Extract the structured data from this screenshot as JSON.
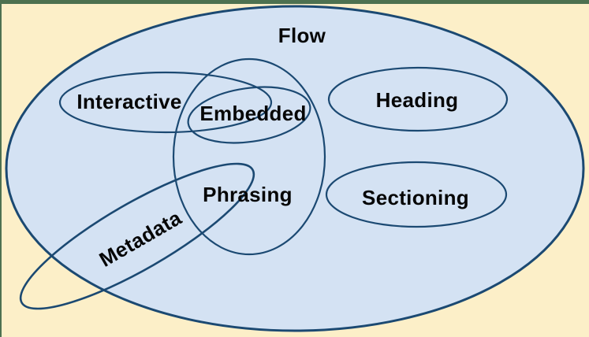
{
  "diagram": {
    "type": "euler-set-diagram",
    "description": "Content category sets drawn as overlapping ellipses inside the Flow set",
    "labels": {
      "flow": "Flow",
      "interactive": "Interactive",
      "embedded": "Embedded",
      "heading": "Heading",
      "phrasing": "Phrasing",
      "sectioning": "Sectioning",
      "metadata": "Metadata"
    },
    "sets": [
      {
        "name": "Flow",
        "contains": [
          "Interactive",
          "Embedded",
          "Phrasing",
          "Heading",
          "Sectioning",
          "part of Metadata"
        ]
      },
      {
        "name": "Interactive",
        "overlaps": [
          "Embedded",
          "Phrasing"
        ]
      },
      {
        "name": "Embedded",
        "overlaps": [
          "Interactive",
          "Phrasing"
        ]
      },
      {
        "name": "Phrasing",
        "overlaps": [
          "Interactive",
          "Embedded",
          "Metadata"
        ]
      },
      {
        "name": "Heading",
        "overlaps": []
      },
      {
        "name": "Sectioning",
        "overlaps": []
      },
      {
        "name": "Metadata",
        "overlaps": [
          "Phrasing"
        ],
        "note": "extends outside Flow at bottom-left"
      }
    ]
  },
  "colors": {
    "bg": "#fcefc8",
    "fill": "#d4e2f3",
    "stroke": "#1b4972",
    "frame": "#4d7150",
    "text": "#060606"
  }
}
